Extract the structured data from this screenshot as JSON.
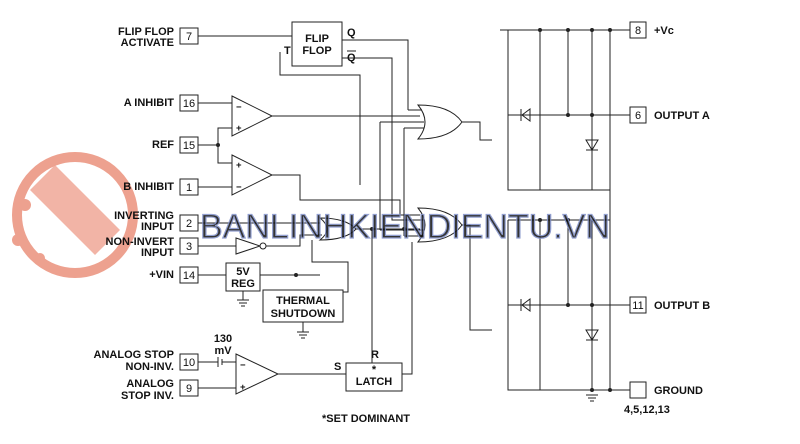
{
  "pins": {
    "flipflop_activate": {
      "num": "7",
      "label": [
        "FLIP FLOP",
        "ACTIVATE"
      ]
    },
    "a_inhibit": {
      "num": "16",
      "label": "A INHIBIT"
    },
    "ref": {
      "num": "15",
      "label": "REF"
    },
    "b_inhibit": {
      "num": "1",
      "label": "B INHIBIT"
    },
    "inverting": {
      "num": "2",
      "label": [
        "INVERTING",
        "INPUT"
      ]
    },
    "noninvert": {
      "num": "3",
      "label": [
        "NON-INVERT",
        "INPUT"
      ]
    },
    "vin": {
      "num": "14",
      "label": "+VIN"
    },
    "analog_noninv": {
      "num": "10",
      "label": [
        "ANALOG STOP",
        "NON-INV."
      ]
    },
    "analog_inv": {
      "num": "9",
      "label": [
        "ANALOG",
        "STOP INV."
      ]
    },
    "vc": {
      "num": "8",
      "label": "+Vc"
    },
    "output_a": {
      "num": "6",
      "label": "OUTPUT A"
    },
    "output_b": {
      "num": "11",
      "label": "OUTPUT B"
    },
    "ground": {
      "num": "",
      "label": "GROUND",
      "pins": "4,5,12,13"
    }
  },
  "blocks": {
    "flipflop": [
      "FLIP",
      "FLOP"
    ],
    "ff_q": "Q",
    "ff_qbar": "Q",
    "ff_t": "T",
    "reg": [
      "5V",
      "REG"
    ],
    "thermal": [
      "THERMAL",
      "SHUTDOWN"
    ],
    "latch": "LATCH",
    "latch_star": "*",
    "latch_s": "S",
    "latch_r": "R",
    "offset": [
      "130",
      "mV"
    ]
  },
  "footnote": "*SET DOMINANT",
  "watermark": "BANLINHKIENDIENTU.VN",
  "colors": {
    "watermark": "#e8826a",
    "watermark_text": "#7f8fc7"
  }
}
